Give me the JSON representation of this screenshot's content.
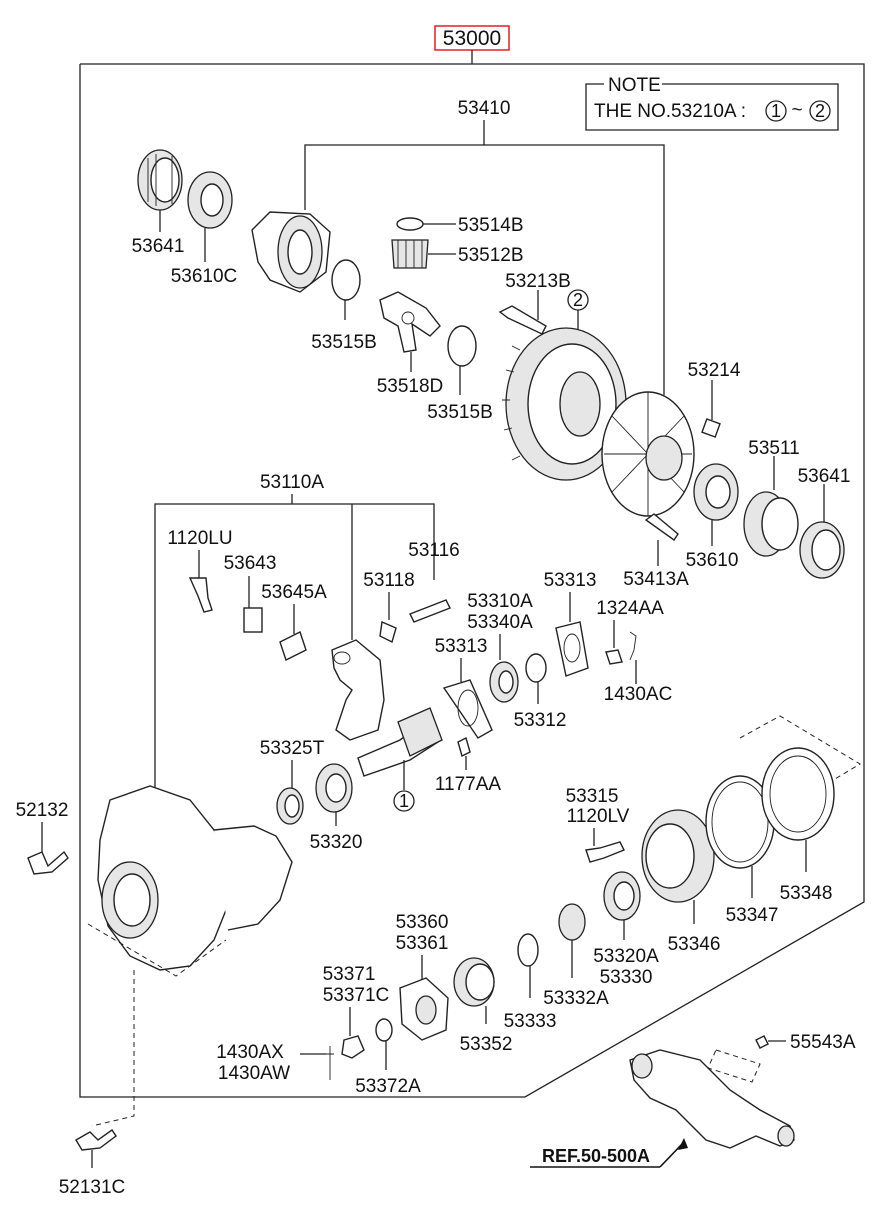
{
  "assembly": {
    "number": "53000",
    "highlight_color": "#e02020"
  },
  "note": {
    "title": "NOTE",
    "text": "THE NO.53210A :",
    "range_start": "1",
    "range_sep": "~",
    "range_end": "2"
  },
  "reference": {
    "label": "REF.50-500A"
  },
  "callouts": {
    "c1": "1",
    "c2": "2"
  },
  "labels": {
    "p53410": "53410",
    "p53641_top": "53641",
    "p53610C": "53610C",
    "p53514B": "53514B",
    "p53512B": "53512B",
    "p53515B_left": "53515B",
    "p53518D": "53518D",
    "p53515B_right": "53515B",
    "p53213B": "53213B",
    "p53214": "53214",
    "p53511": "53511",
    "p53641_right": "53641",
    "p53610": "53610",
    "p53413A": "53413A",
    "p53110A": "53110A",
    "p1120LU": "1120LU",
    "p53643": "53643",
    "p53645A": "53645A",
    "p53116": "53116",
    "p53118": "53118",
    "p53313_top": "53313",
    "p53310A": "53310A",
    "p53340A": "53340A",
    "p1324AA": "1324AA",
    "p53313_mid": "53313",
    "p1430AC": "1430AC",
    "p53312": "53312",
    "p53325T": "53325T",
    "p1177AA": "1177AA",
    "p52132": "52132",
    "p53320": "53320",
    "p53315": "53315",
    "p1120LV": "1120LV",
    "p53348": "53348",
    "p53347": "53347",
    "p53346": "53346",
    "p53320A": "53320A",
    "p53330": "53330",
    "p53360": "53360",
    "p53361": "53361",
    "p53332A": "53332A",
    "p53333": "53333",
    "p53371": "53371",
    "p53371C": "53371C",
    "p53352": "53352",
    "p1430AX": "1430AX",
    "p1430AW": "1430AW",
    "p53372A": "53372A",
    "p55543A": "55543A",
    "p52131C": "52131C"
  }
}
